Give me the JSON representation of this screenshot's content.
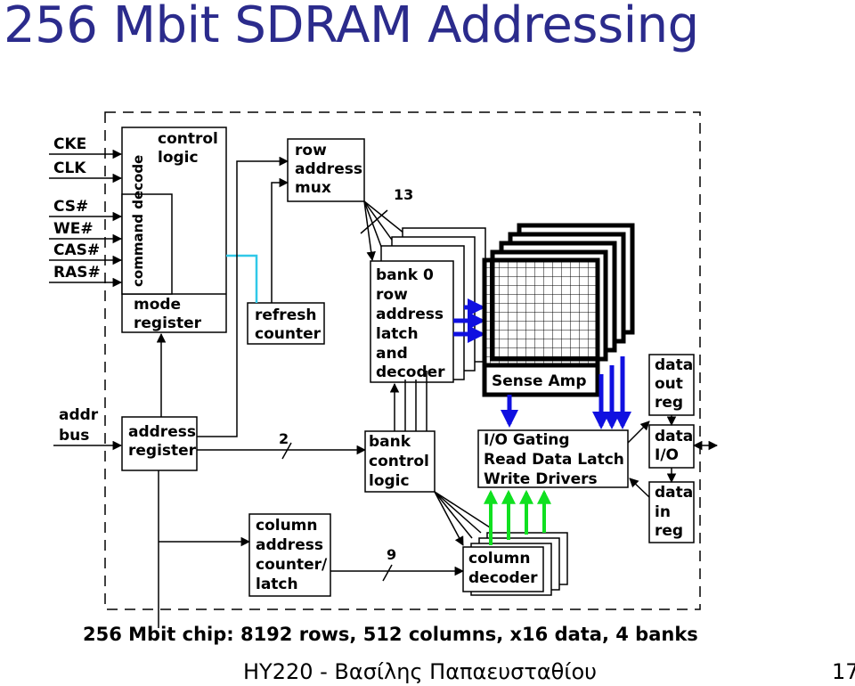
{
  "slide": {
    "title": "256 Mbit SDRAM Addressing",
    "footer": "ΗΥ220 - Βασίλης Παπαευσταθίου",
    "page_number": "17"
  },
  "diagram": {
    "signals": {
      "cke": "CKE",
      "clk": "CLK",
      "cs": "CS#",
      "we": "WE#",
      "cas": "CAS#",
      "ras": "RAS#",
      "addr_bus": [
        "addr",
        "bus"
      ]
    },
    "blocks": {
      "control_logic": [
        "control",
        "logic"
      ],
      "command_decode": "command decode",
      "mode_register": [
        "mode",
        "register"
      ],
      "row_address_mux": [
        "row",
        "address",
        "mux"
      ],
      "refresh_counter": [
        "refresh",
        "counter"
      ],
      "address_register": [
        "address",
        "register"
      ],
      "bank_row_decoder": [
        "bank 0",
        "row",
        "address",
        "latch",
        "and",
        "decoder"
      ],
      "sense_amp": "Sense Amp",
      "io_gating": [
        "I/O Gating",
        "Read Data Latch",
        "Write Drivers"
      ],
      "bank_control_logic": [
        "bank",
        "control",
        "logic"
      ],
      "column_address_counter": [
        "column",
        "address",
        "counter/",
        "latch"
      ],
      "column_decoder": [
        "column",
        "decoder"
      ],
      "data_out_reg": [
        "data",
        "out",
        "reg"
      ],
      "data_io": [
        "data",
        "I/O"
      ],
      "data_in_reg": [
        "data",
        "in",
        "reg"
      ]
    },
    "bus_widths": {
      "row": "13",
      "bank": "2",
      "column": "9"
    },
    "caption": "256 Mbit chip: 8192 rows, 512 columns, x16 data, 4 banks",
    "colors": {
      "title": "#2b2b8c",
      "blue_arrow": "#1010e0",
      "green_arrow": "#10e020",
      "cyan_wire": "#30c8e8"
    }
  }
}
